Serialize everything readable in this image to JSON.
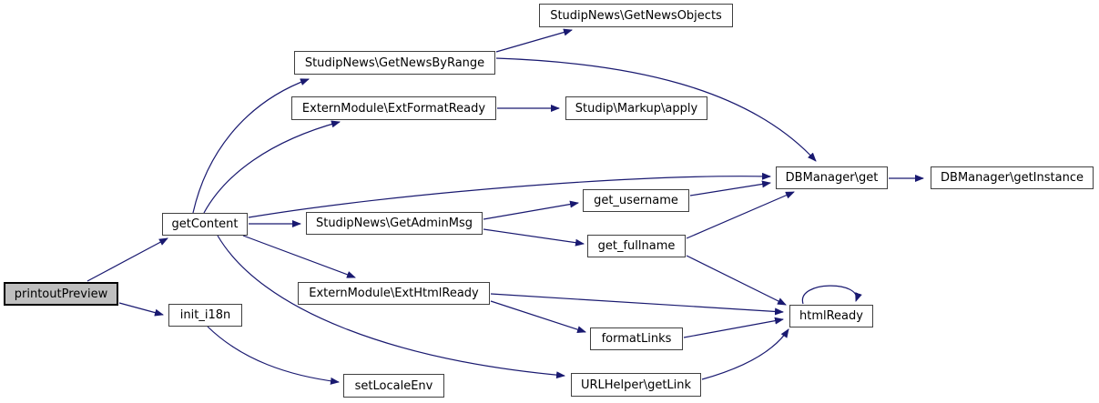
{
  "diagram": {
    "type": "call-graph",
    "root": "printoutPreview",
    "edge_color": "#191970",
    "node_fill": "#ffffff",
    "node_border_color": "#404040",
    "highlight_fill": "#bfbfbf",
    "nodes": {
      "printoutPreview": {
        "label": "printoutPreview",
        "highlighted": true
      },
      "getContent": {
        "label": "getContent"
      },
      "init_i18n": {
        "label": "init_i18n"
      },
      "setLocaleEnv": {
        "label": "setLocaleEnv"
      },
      "getNewsByRange": {
        "label": "StudipNews\\GetNewsByRange"
      },
      "getNewsObjects": {
        "label": "StudipNews\\GetNewsObjects"
      },
      "extFormatReady": {
        "label": "ExternModule\\ExtFormatReady"
      },
      "markupApply": {
        "label": "Studip\\Markup\\apply"
      },
      "getAdminMsg": {
        "label": "StudipNews\\GetAdminMsg"
      },
      "extHtmlReady": {
        "label": "ExternModule\\ExtHtmlReady"
      },
      "getUsername": {
        "label": "get_username"
      },
      "getFullname": {
        "label": "get_fullname"
      },
      "dbManagerGet": {
        "label": "DBManager\\get"
      },
      "dbManagerGetInstance": {
        "label": "DBManager\\getInstance"
      },
      "htmlReady": {
        "label": "htmlReady"
      },
      "formatLinks": {
        "label": "formatLinks"
      },
      "urlHelperGetLink": {
        "label": "URLHelper\\getLink"
      }
    },
    "edges": [
      {
        "from": "printoutPreview",
        "to": "getContent"
      },
      {
        "from": "printoutPreview",
        "to": "init_i18n"
      },
      {
        "from": "getContent",
        "to": "StudipNews\\GetNewsByRange"
      },
      {
        "from": "getContent",
        "to": "ExternModule\\ExtFormatReady"
      },
      {
        "from": "getContent",
        "to": "StudipNews\\GetAdminMsg"
      },
      {
        "from": "getContent",
        "to": "DBManager\\get"
      },
      {
        "from": "getContent",
        "to": "ExternModule\\ExtHtmlReady"
      },
      {
        "from": "getContent",
        "to": "URLHelper\\getLink"
      },
      {
        "from": "init_i18n",
        "to": "setLocaleEnv"
      },
      {
        "from": "StudipNews\\GetNewsByRange",
        "to": "StudipNews\\GetNewsObjects"
      },
      {
        "from": "StudipNews\\GetNewsByRange",
        "to": "DBManager\\get"
      },
      {
        "from": "ExternModule\\ExtFormatReady",
        "to": "Studip\\Markup\\apply"
      },
      {
        "from": "StudipNews\\GetAdminMsg",
        "to": "get_username"
      },
      {
        "from": "StudipNews\\GetAdminMsg",
        "to": "get_fullname"
      },
      {
        "from": "get_username",
        "to": "DBManager\\get"
      },
      {
        "from": "get_fullname",
        "to": "DBManager\\get"
      },
      {
        "from": "get_fullname",
        "to": "htmlReady"
      },
      {
        "from": "ExternModule\\ExtHtmlReady",
        "to": "htmlReady"
      },
      {
        "from": "ExternModule\\ExtHtmlReady",
        "to": "formatLinks"
      },
      {
        "from": "formatLinks",
        "to": "htmlReady"
      },
      {
        "from": "URLHelper\\getLink",
        "to": "htmlReady"
      },
      {
        "from": "htmlReady",
        "to": "htmlReady"
      },
      {
        "from": "DBManager\\get",
        "to": "DBManager\\getInstance"
      }
    ]
  }
}
